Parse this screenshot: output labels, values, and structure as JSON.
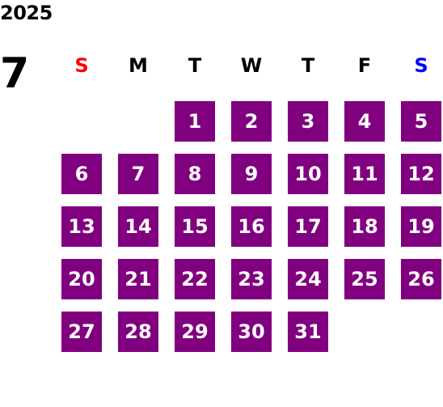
{
  "calendar": {
    "year": "2025",
    "month": "7",
    "weekdays": [
      {
        "label": "S",
        "color": "#ff0000"
      },
      {
        "label": "M",
        "color": "#000000"
      },
      {
        "label": "T",
        "color": "#000000"
      },
      {
        "label": "W",
        "color": "#000000"
      },
      {
        "label": "T",
        "color": "#000000"
      },
      {
        "label": "F",
        "color": "#000000"
      },
      {
        "label": "S",
        "color": "#0000ff"
      }
    ],
    "first_weekday_index": 2,
    "days": [
      "1",
      "2",
      "3",
      "4",
      "5",
      "6",
      "7",
      "8",
      "9",
      "10",
      "11",
      "12",
      "13",
      "14",
      "15",
      "16",
      "17",
      "18",
      "19",
      "20",
      "21",
      "22",
      "23",
      "24",
      "25",
      "26",
      "27",
      "28",
      "29",
      "30",
      "31"
    ],
    "day_bg_color": "#800080",
    "day_text_color": "#ffffff"
  }
}
